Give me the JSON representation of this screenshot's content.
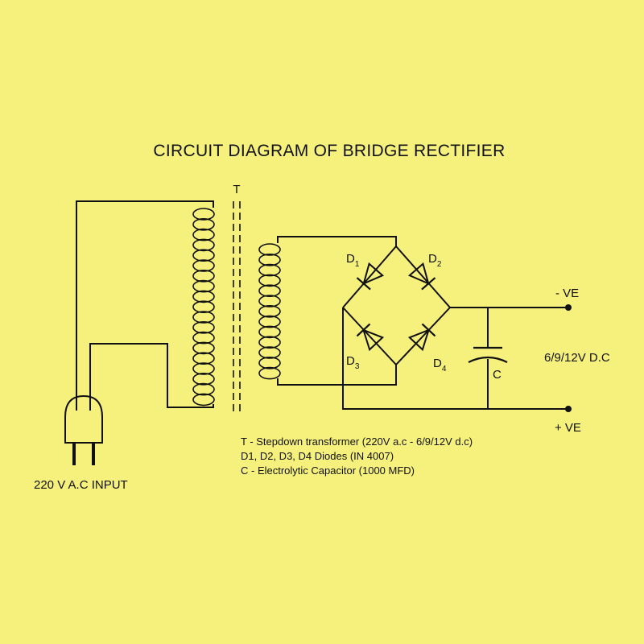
{
  "title": "CIRCUIT  DIAGRAM  OF  BRIDGE RECTIFIER",
  "transformer": {
    "label": "T"
  },
  "diodes": [
    {
      "letter": "D",
      "index": "1"
    },
    {
      "letter": "D",
      "index": "2"
    },
    {
      "letter": "D",
      "index": "3"
    },
    {
      "letter": "D",
      "index": "4"
    }
  ],
  "capacitor": {
    "label": "C"
  },
  "output": {
    "negative": "- VE",
    "positive": "+ VE",
    "voltage": "6/9/12V D.C"
  },
  "input": {
    "label": "220 V A.C INPUT"
  },
  "legend": [
    "T  -  Stepdown transformer  (220V a.c - 6/9/12V d.c)",
    "D1, D2, D3, D4  Diodes (IN 4007)",
    "C  -  Electrolytic Capacitor (1000 MFD)"
  ],
  "colors": {
    "background": "#f6f07c",
    "ink": "#111111"
  },
  "icons": [
    "plug-icon",
    "transformer-icon",
    "diode-icon",
    "capacitor-icon",
    "terminal-dot-icon"
  ]
}
